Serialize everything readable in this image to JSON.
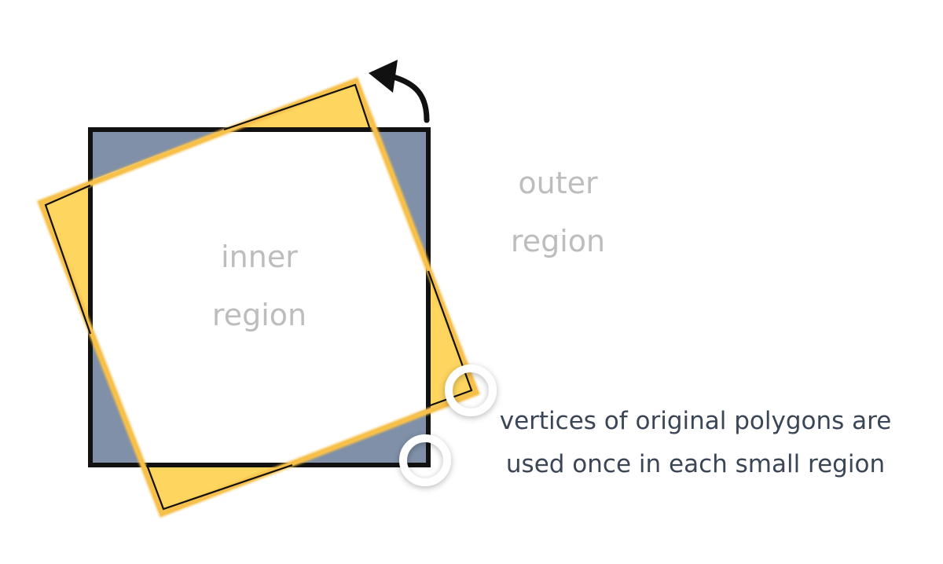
{
  "labels": {
    "inner_region_line1": "inner",
    "inner_region_line2": "region",
    "outer_region_line1": "outer",
    "outer_region_line2": "region"
  },
  "annotation": {
    "line1": "vertices of original polygons are",
    "line2": "used once in each small region"
  },
  "colors": {
    "blue_fill": "#7f90a8",
    "yellow_fill": "#fdd55f",
    "yellow_stroke": "#f6c04a",
    "outline": "#111111",
    "arrow": "#111111",
    "marker_ring": "#ffffff"
  },
  "icons": {
    "rotation_arrow": "curved-arrow-icon",
    "vertex_marker": "ring-marker-icon"
  }
}
